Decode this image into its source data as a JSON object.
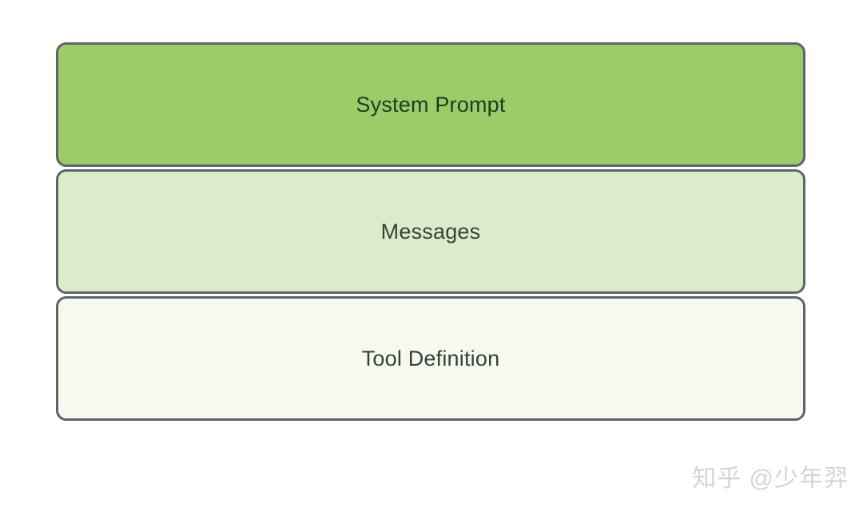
{
  "diagram": {
    "boxes": [
      {
        "label": "System Prompt",
        "fill": "#9ccb67",
        "text_color": "#1e3c22"
      },
      {
        "label": "Messages",
        "fill": "#dcebc9",
        "text_color": "#36413a"
      },
      {
        "label": "Tool Definition",
        "fill": "#f5f9ee",
        "text_color": "#36413a"
      }
    ],
    "border_color": "#5b656b",
    "background_color": "#ffffff"
  },
  "watermark": {
    "text": "知乎 @少年羿",
    "color": "#d4d4d4"
  }
}
